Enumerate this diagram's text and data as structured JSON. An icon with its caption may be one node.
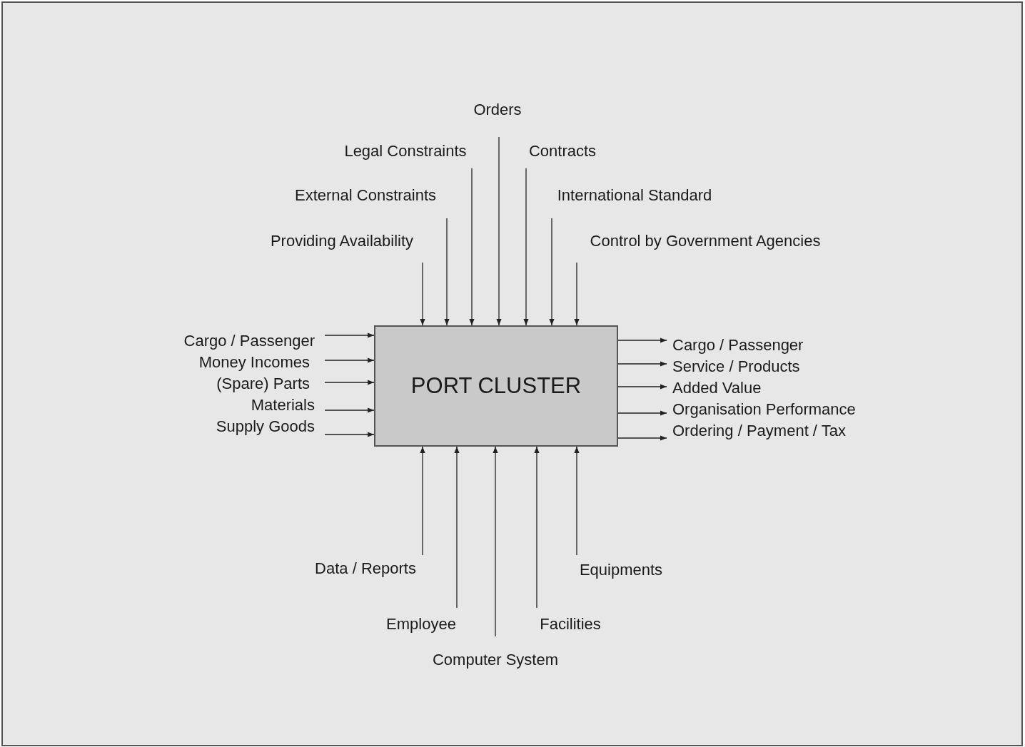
{
  "diagram": {
    "nodes": [
      {
        "text": [
          "Orders"
        ]
      },
      {
        "text": [
          "Legal Constraints"
        ]
      },
      {
        "text": [
          "Contracts"
        ]
      },
      {
        "text": [
          "External Constraints"
        ]
      },
      {
        "text": [
          "International Standard"
        ]
      },
      {
        "text": [
          "Providing Availability"
        ]
      },
      {
        "text": [
          "Control by Government Agencies"
        ]
      },
      {
        "text": [
          "Cargo / Passenger"
        ]
      },
      {
        "text": [
          "Money Incomes"
        ]
      },
      {
        "text": [
          "(Spare) Parts"
        ]
      },
      {
        "text": [
          "Materials"
        ]
      },
      {
        "text": [
          "Supply Goods"
        ]
      },
      {
        "text": [
          "PORT CLUSTER"
        ]
      },
      {
        "text": [
          "Cargo / Passenger"
        ]
      },
      {
        "text": [
          "Service / Products"
        ]
      },
      {
        "text": [
          "Added Value"
        ]
      },
      {
        "text": [
          "Organisation Performance"
        ]
      },
      {
        "text": [
          "Ordering / Payment / Tax"
        ]
      },
      {
        "text": [
          "Data / Reports"
        ]
      },
      {
        "text": [
          "Equipments"
        ]
      },
      {
        "text": [
          "Employee"
        ]
      },
      {
        "text": [
          "Facilities"
        ]
      },
      {
        "text": [
          "Computer System"
        ]
      }
    ],
    "edges": [
      {
        "from": 0,
        "to": 12,
        "arrow": "to"
      },
      {
        "from": 1,
        "to": 12,
        "arrow": "to"
      },
      {
        "from": 2,
        "to": 12,
        "arrow": "to"
      },
      {
        "from": 3,
        "to": 12,
        "arrow": "to"
      },
      {
        "from": 4,
        "to": 12,
        "arrow": "to"
      },
      {
        "from": 5,
        "to": 12,
        "arrow": "to"
      },
      {
        "from": 6,
        "to": 12,
        "arrow": "to"
      },
      {
        "from": 7,
        "to": 12,
        "arrow": "to"
      },
      {
        "from": 8,
        "to": 12,
        "arrow": "to"
      },
      {
        "from": 9,
        "to": 12,
        "arrow": "to"
      },
      {
        "from": 10,
        "to": 12,
        "arrow": "to"
      },
      {
        "from": 11,
        "to": 12,
        "arrow": "to"
      },
      {
        "from": 12,
        "to": 13,
        "arrow": "to"
      },
      {
        "from": 12,
        "to": 14,
        "arrow": "to"
      },
      {
        "from": 12,
        "to": 15,
        "arrow": "to"
      },
      {
        "from": 12,
        "to": 16,
        "arrow": "to"
      },
      {
        "from": 12,
        "to": 17,
        "arrow": "to"
      },
      {
        "from": 18,
        "to": 12,
        "arrow": "to"
      },
      {
        "from": 19,
        "to": 12,
        "arrow": "to"
      },
      {
        "from": 20,
        "to": 12,
        "arrow": "to"
      },
      {
        "from": 21,
        "to": 12,
        "arrow": "to"
      },
      {
        "from": 22,
        "to": 12,
        "arrow": "to"
      }
    ]
  }
}
